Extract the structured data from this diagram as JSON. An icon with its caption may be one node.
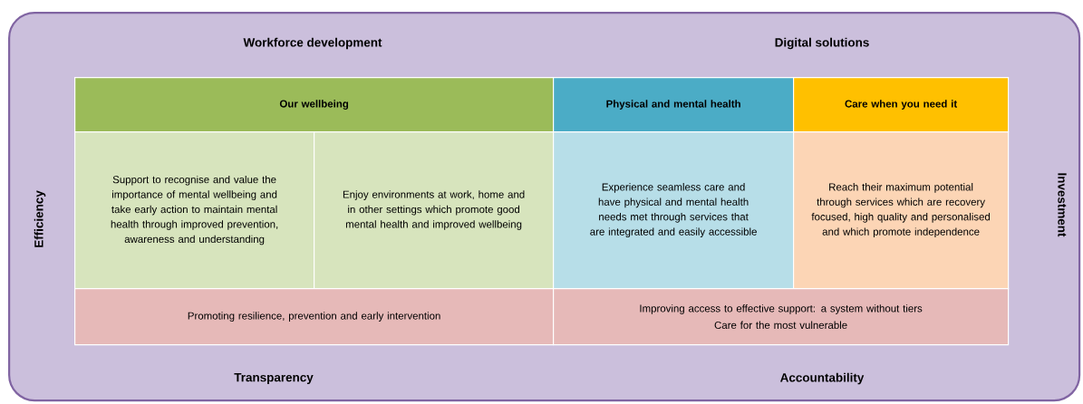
{
  "diagram": {
    "nodes": [
      {
        "text": [],
        "shape": "box"
      },
      {
        "text": [
          "Our wellbeing"
        ],
        "in": 0
      },
      {
        "text": [
          "Physical and mental health"
        ],
        "in": 0
      },
      {
        "text": [
          "Care when you need it"
        ],
        "in": 0
      },
      {
        "text": [
          "Support to recognise and value the importance of mental wellbeing and take early action to maintain mental health through improved prevention, awareness and understanding"
        ],
        "in": 0
      },
      {
        "text": [
          "Enjoy environments at work, home and in other settings which promote good mental health and improved wellbeing"
        ],
        "in": 0
      },
      {
        "text": [
          "Experience seamless care and have physical and mental health needs met through services that are integrated and easily accessible"
        ],
        "in": 0
      },
      {
        "text": [
          "Reach their maximum potential through services which are recovery focused, high quality and personalised and which promote independence"
        ],
        "in": 0
      },
      {
        "text": [
          "Promoting resilience, prevention and early intervention"
        ],
        "in": 0
      },
      {
        "text": [
          "Improving access to effective support: a system without tiers",
          "Care for the most vulnerable"
        ],
        "in": 0
      }
    ],
    "labels": [
      "Workforce development",
      "Digital solutions",
      "Efficiency",
      "Investment",
      "Transparency",
      "Accountability"
    ]
  }
}
